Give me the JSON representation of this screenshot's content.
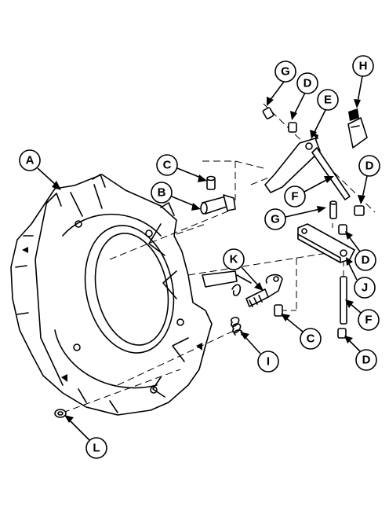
{
  "callouts": {
    "A": "A",
    "B": "B",
    "C_top": "C",
    "C_bottom": "C",
    "D_top": "D",
    "D_right_upper": "D",
    "D_right_mid": "D",
    "D_right_bottom": "D",
    "E": "E",
    "F_upper": "F",
    "F_lower": "F",
    "G_top": "G",
    "G_mid": "G",
    "H": "H",
    "I": "I",
    "J": "J",
    "K": "K",
    "L": "L"
  }
}
